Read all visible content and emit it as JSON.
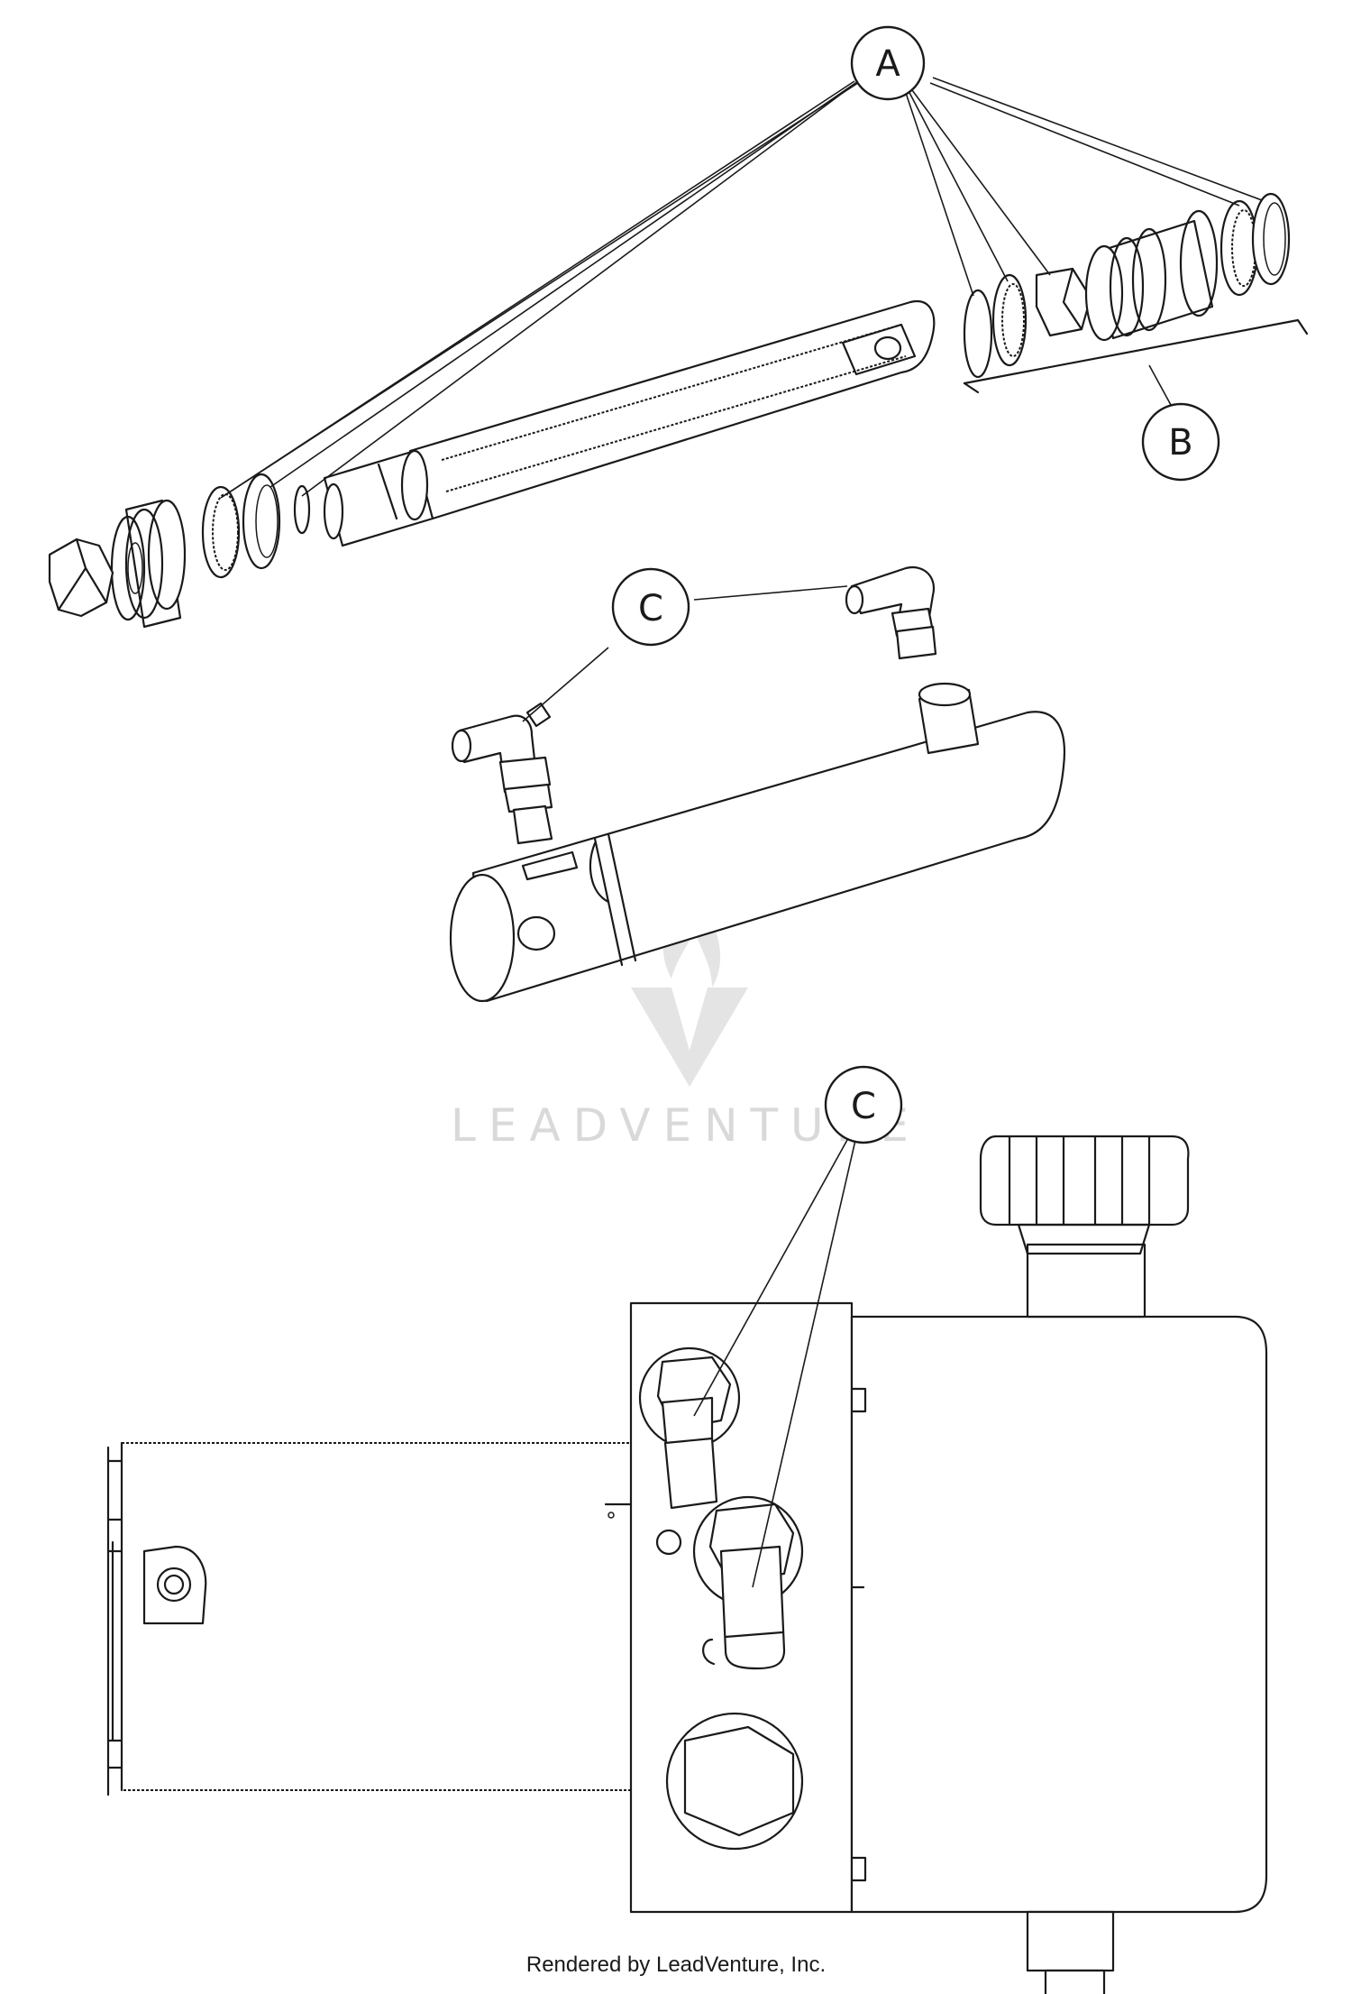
{
  "diagram": {
    "callouts": {
      "a": "A",
      "b": "B",
      "c_upper": "C",
      "c_lower": "C"
    },
    "watermark": {
      "logo": "flame-v-logo",
      "text": "LEADVENTURE"
    },
    "footer": {
      "credit": "Rendered by LeadVenture, Inc."
    }
  }
}
